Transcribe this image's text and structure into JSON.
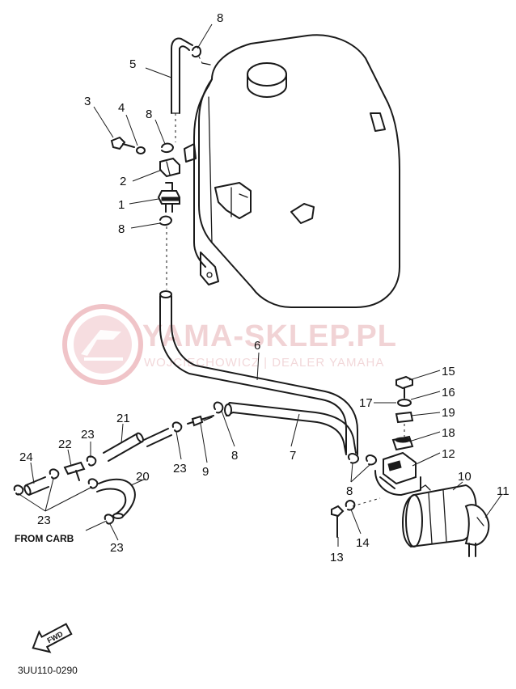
{
  "watermark": {
    "title": "YAMA-SKLEP.PL",
    "subtitle": "WOJCIECHOWICZ | DEALER YAMAHA",
    "color": "#e8a0a6"
  },
  "labels": {
    "from_carb": "FROM CARB",
    "fwd": "FWD",
    "diagram_code": "3UU110-0290"
  },
  "callouts": {
    "c1": "1",
    "c2": "2",
    "c3": "3",
    "c4": "4",
    "c5": "5",
    "c6": "6",
    "c7": "7",
    "c8": "8",
    "c9": "9",
    "c10": "10",
    "c11": "11",
    "c12": "12",
    "c13": "13",
    "c14": "14",
    "c15": "15",
    "c16": "16",
    "c17": "17",
    "c18": "18",
    "c19": "19",
    "c20": "20",
    "c21": "21",
    "c22": "22",
    "c23": "23",
    "c24": "24"
  }
}
